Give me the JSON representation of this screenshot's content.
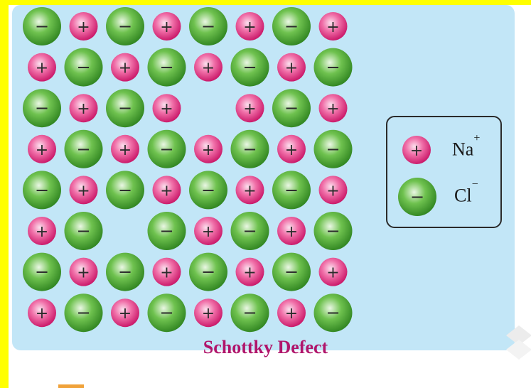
{
  "diagram": {
    "caption": "Schottky Defect",
    "cation_symbol": "+",
    "anion_symbol": "−",
    "rows": [
      "-+-+-+-+",
      "+-+-+-+-",
      "-+-+..+-+",
      "+-+-+-+-",
      "-+-+-+-+",
      "+-..-+-+-",
      "-+-+-+-+",
      "+-+-+-+-"
    ],
    "vacancies": [
      {
        "row": 3,
        "col": 5,
        "missing": "Cl−"
      },
      {
        "row": 6,
        "col": 3,
        "missing": "Na+"
      }
    ],
    "colors": {
      "background_panel": "#c2e6f7",
      "frame": "#ffff00",
      "cation": "#e02b7c",
      "anion": "#3a9a2a",
      "caption": "#b0156b"
    }
  },
  "legend": {
    "items": [
      {
        "symbol": "+",
        "label": "Na",
        "sup": "+"
      },
      {
        "symbol": "−",
        "label": "Cl",
        "sup": "−"
      }
    ]
  }
}
